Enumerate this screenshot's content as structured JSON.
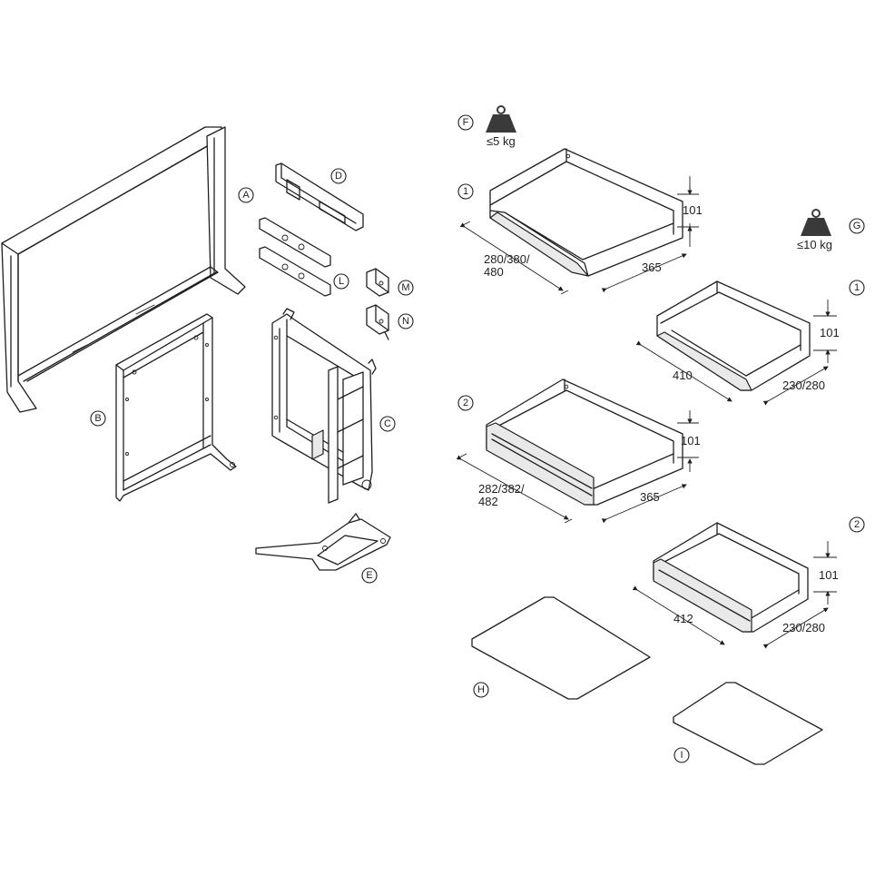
{
  "part_labels": {
    "A": "A",
    "B": "B",
    "C": "C",
    "D": "D",
    "E": "E",
    "F": "F",
    "G": "G",
    "H": "H",
    "I": "I",
    "L": "L",
    "M": "M",
    "N": "N"
  },
  "loads": {
    "left": "≤5 kg",
    "right": "≤10 kg"
  },
  "left_column": {
    "drawer_1": {
      "number": "1",
      "width": "280/380/\n480",
      "width_lines": [
        "280/380/",
        "480"
      ],
      "depth": "365",
      "height": "101"
    },
    "drawer_2": {
      "number": "2",
      "width_lines": [
        "282/382/",
        "482"
      ],
      "depth": "365",
      "height": "101"
    }
  },
  "right_column": {
    "drawer_1": {
      "number": "1",
      "width": "410",
      "depth": "230/280",
      "height": "101"
    },
    "drawer_2": {
      "number": "2",
      "width": "412",
      "depth": "230/280",
      "height": "101"
    }
  }
}
